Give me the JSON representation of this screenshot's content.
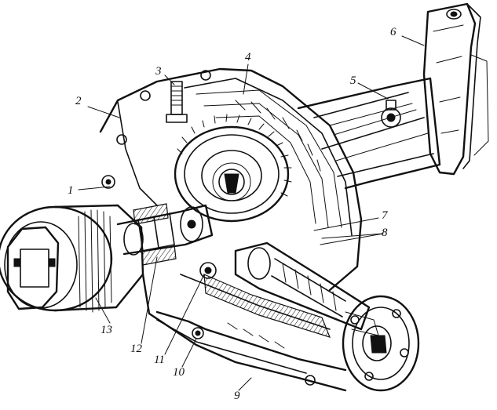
{
  "figure": {
    "callouts": [
      {
        "id": "1",
        "label": "1"
      },
      {
        "id": "2",
        "label": "2"
      },
      {
        "id": "3",
        "label": "3"
      },
      {
        "id": "4",
        "label": "4"
      },
      {
        "id": "5",
        "label": "5"
      },
      {
        "id": "6",
        "label": "6"
      },
      {
        "id": "7",
        "label": "7"
      },
      {
        "id": "8",
        "label": "8"
      },
      {
        "id": "9",
        "label": "9"
      },
      {
        "id": "10",
        "label": "10"
      },
      {
        "id": "11",
        "label": "11"
      },
      {
        "id": "12",
        "label": "12"
      },
      {
        "id": "13",
        "label": "13"
      }
    ]
  }
}
